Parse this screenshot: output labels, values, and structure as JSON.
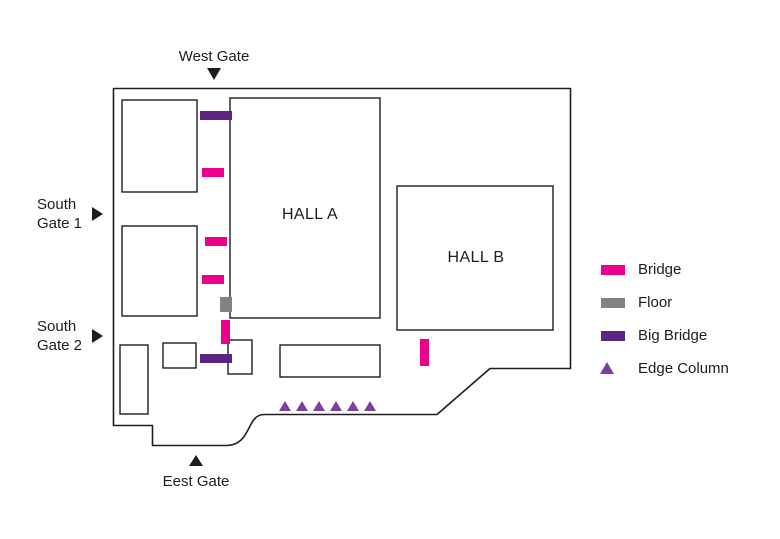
{
  "map": {
    "halls": [
      {
        "label": "HALL A"
      },
      {
        "label": "HALL B"
      }
    ],
    "gates": {
      "west": {
        "label": "West Gate"
      },
      "south1": {
        "line1": "South",
        "line2": "Gate 1"
      },
      "south2": {
        "line1": "South",
        "line2": "Gate 2"
      },
      "east": {
        "label": "Eest Gate"
      }
    }
  },
  "legend": {
    "items": [
      {
        "label": "Bridge"
      },
      {
        "label": "Floor"
      },
      {
        "label": "Big Bridge"
      },
      {
        "label": "Edge Column"
      }
    ]
  },
  "colors": {
    "bridge": "#EC008C",
    "floor": "#808285",
    "big_bridge": "#5C2483",
    "edge_column": "#7D3F98"
  }
}
